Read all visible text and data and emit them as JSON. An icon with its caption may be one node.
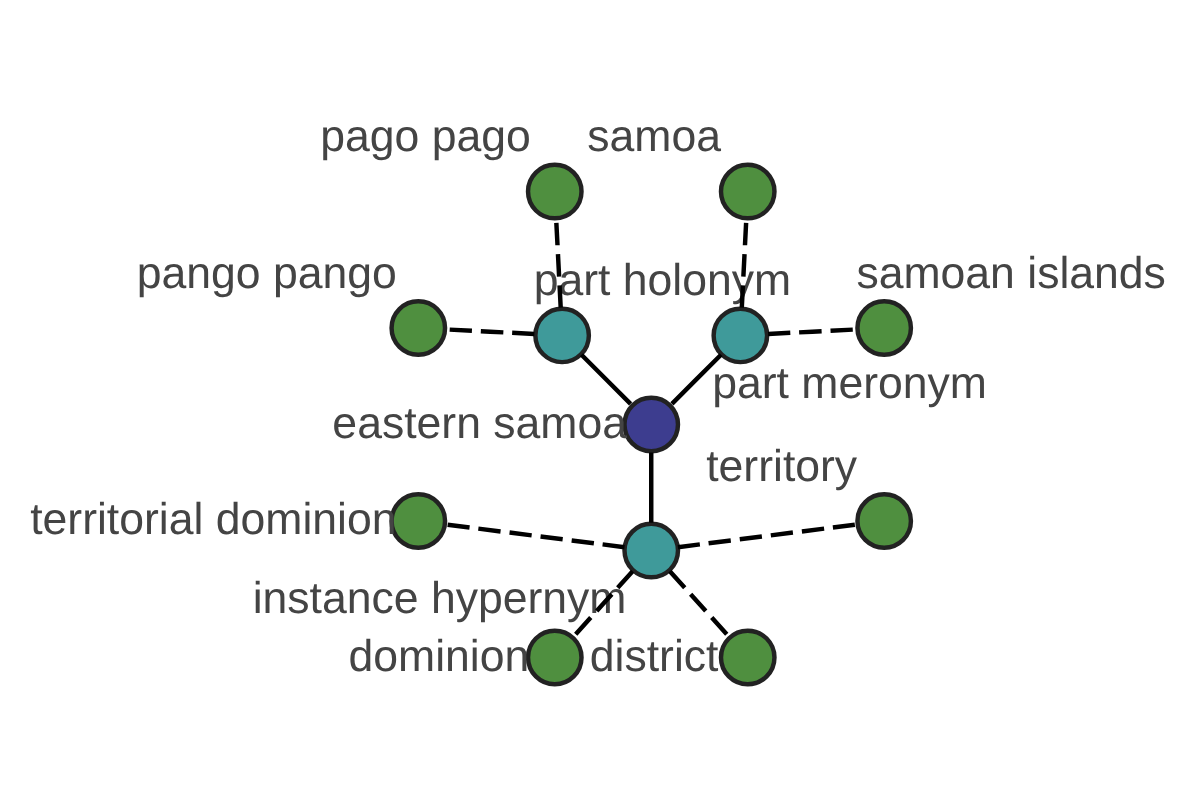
{
  "diagram": {
    "nodes": [
      {
        "text": [
          "eastern samoa"
        ]
      },
      {
        "text": [
          "part meronym"
        ]
      },
      {
        "text": [
          "part holonym"
        ]
      },
      {
        "text": [
          "instance hypernym"
        ]
      },
      {
        "text": [
          "samoan islands"
        ]
      },
      {
        "text": [
          "samoa"
        ]
      },
      {
        "text": [
          "pago pago"
        ]
      },
      {
        "text": [
          "pango pango"
        ]
      },
      {
        "text": [
          "territorial dominion"
        ]
      },
      {
        "text": [
          "dominion"
        ]
      },
      {
        "text": [
          "district"
        ]
      },
      {
        "text": [
          "territory"
        ]
      }
    ],
    "edges": [
      {
        "from": 0,
        "to": 1,
        "arrow": "none"
      },
      {
        "from": 0,
        "to": 2,
        "arrow": "none"
      },
      {
        "from": 0,
        "to": 3,
        "arrow": "none"
      },
      {
        "from": 1,
        "to": 4,
        "arrow": "none",
        "style": "dashed"
      },
      {
        "from": 1,
        "to": 5,
        "arrow": "none",
        "style": "dashed"
      },
      {
        "from": 2,
        "to": 6,
        "arrow": "none",
        "style": "dashed"
      },
      {
        "from": 2,
        "to": 7,
        "arrow": "none",
        "style": "dashed"
      },
      {
        "from": 3,
        "to": 8,
        "arrow": "none",
        "style": "dashed"
      },
      {
        "from": 3,
        "to": 9,
        "arrow": "none",
        "style": "dashed"
      },
      {
        "from": 3,
        "to": 10,
        "arrow": "none",
        "style": "dashed"
      },
      {
        "from": 3,
        "to": 11,
        "arrow": "none",
        "style": "dashed"
      }
    ]
  }
}
